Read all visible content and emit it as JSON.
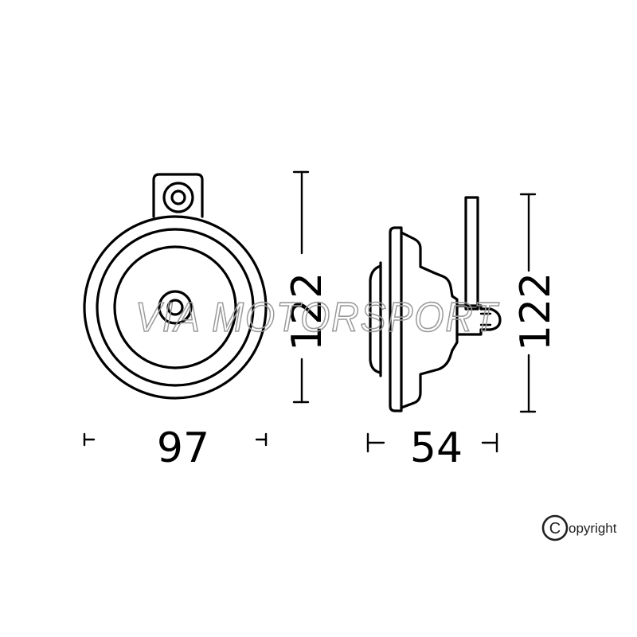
{
  "dimensions": {
    "front_width": "97",
    "front_height": "122",
    "side_depth": "54",
    "side_height": "122"
  },
  "watermark": {
    "text": "VIA MOTORSPORT"
  },
  "copyright": {
    "symbol": "C",
    "text": "opyright"
  }
}
